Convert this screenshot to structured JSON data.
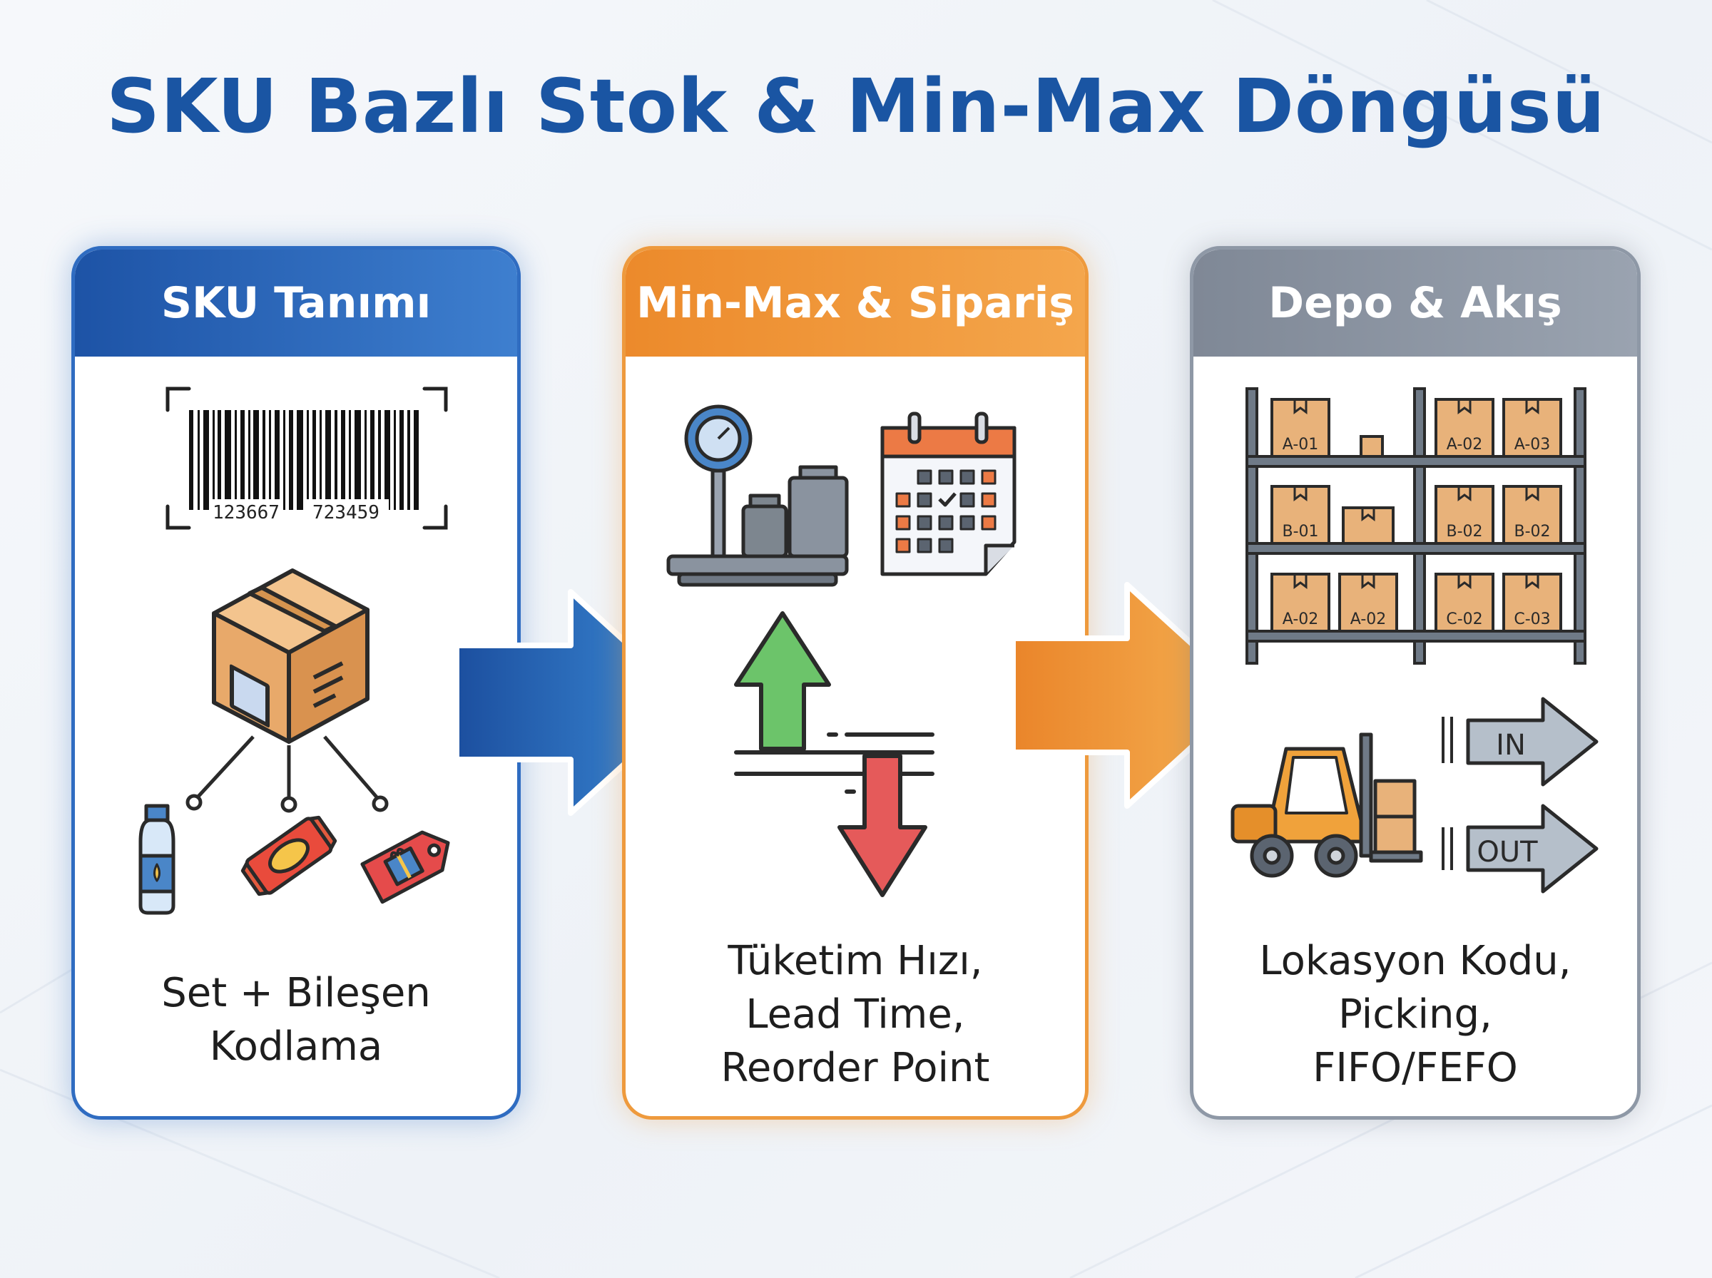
{
  "title": "SKU Bazlı Stok & Min-Max Döngüsü",
  "cards": [
    {
      "header": "SKU Tanımı",
      "barcode_left": "123667",
      "barcode_right": "723459",
      "caption": [
        "Set + Bileşen",
        "Kodlama"
      ]
    },
    {
      "header": "Min-Max & Sipariş",
      "caption": [
        "Tüketim Hızı,",
        "Lead Time,",
        "Reorder Point"
      ]
    },
    {
      "header": "Depo & Akış",
      "shelf_labels": [
        "A-01",
        "A-02",
        "A-03",
        "B-01",
        "B-02",
        "B-02",
        "A-02",
        "A-02",
        "C-02",
        "C-03"
      ],
      "in_label": "IN",
      "out_label": "OUT",
      "caption": [
        "Lokasyon Kodu,",
        "Picking,",
        "FIFO/FEFO"
      ]
    }
  ],
  "colors": {
    "title": "#1a55a3",
    "blue": "#2f6cc1",
    "orange": "#ee9a3d",
    "gray": "#8e98a6",
    "box": "#e8b27a",
    "green_arrow": "#6cc46a",
    "red_arrow": "#e55a5a"
  },
  "icons": [
    "barcode-icon",
    "cardboard-box-icon",
    "bottle-icon",
    "snack-bar-icon",
    "gift-tag-icon",
    "scale-icon",
    "calendar-icon",
    "up-arrow-icon",
    "down-arrow-icon",
    "shelf-rack-icon",
    "forklift-icon",
    "in-arrow-icon",
    "out-arrow-icon"
  ]
}
